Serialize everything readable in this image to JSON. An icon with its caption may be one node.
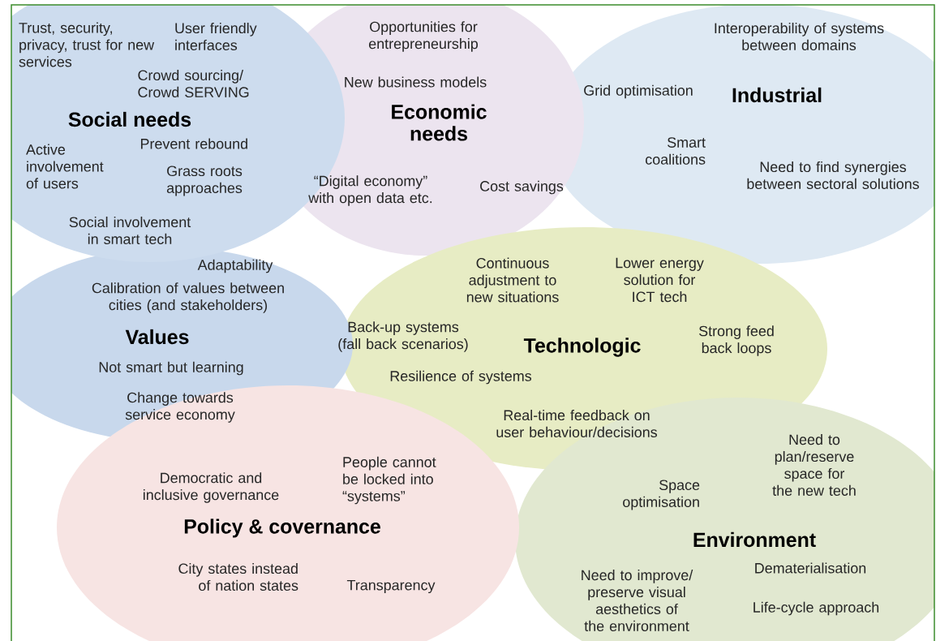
{
  "diagram": {
    "nodes": [
      {
        "text": [
          "Trust, security, privacy, trust for new services",
          "User friendly interfaces",
          "Crowd sourcing/ Crowd SERVING",
          "Social needs",
          "Prevent rebound",
          "Active involvement of users",
          "Grass roots approaches",
          "Social involvement in smart tech"
        ]
      },
      {
        "text": [
          "Opportunities for entrepreneurship",
          "New business models",
          "Economic needs",
          "“Digital economy” with open data etc.",
          "Cost savings"
        ]
      },
      {
        "text": [
          "Interoperability of systems between domains",
          "Grid optimisation",
          "Industrial",
          "Smart coalitions",
          "Need to find synergies between sectoral solutions"
        ]
      },
      {
        "text": [
          "Adaptability",
          "Calibration of values between cities (and stakeholders)",
          "Values",
          "Not smart but learning",
          "Change towards service economy"
        ]
      },
      {
        "text": [
          "Continuous adjustment to new situations",
          "Lower energy solution for ICT tech",
          "Back-up systems (fall back scenarios)",
          "Technologic",
          "Strong feed back loops",
          "Resilience of systems",
          "Real-time feedback on user behaviour/decisions"
        ]
      },
      {
        "text": [
          "Democratic and inclusive governance",
          "People cannot be locked into “systems”",
          "Policy & covernance",
          "City states instead of nation states",
          "Transparency"
        ]
      },
      {
        "text": [
          "Need to plan/reserve space for the new tech",
          "Space optimisation",
          "Environment",
          "Need to improve/ preserve visual aesthetics of the environment",
          "Dematerialisation",
          "Life-cycle approach"
        ]
      }
    ]
  }
}
